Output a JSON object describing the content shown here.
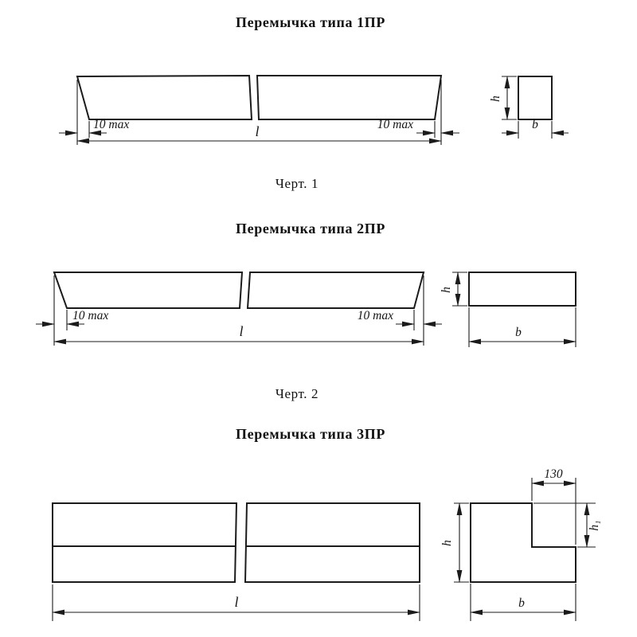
{
  "page": {
    "background": "#ffffff",
    "line_color": "#1b1b1b"
  },
  "figures": [
    {
      "title": "Перемычка типа 1ПР",
      "caption": "Черт. 1",
      "labels": {
        "left_offset": "10 max",
        "right_offset": "10 max",
        "length": "l",
        "height": "h",
        "width": "b"
      }
    },
    {
      "title": "Перемычка типа 2ПР",
      "caption": "Черт. 2",
      "labels": {
        "left_offset": "10 max",
        "right_offset": "10 max",
        "length": "l",
        "height": "h",
        "width": "b"
      }
    },
    {
      "title": "Перемычка типа 3ПР",
      "labels": {
        "length": "l",
        "quarter_width": "130",
        "quarter_height": "h₁",
        "height": "h",
        "width": "b"
      }
    }
  ]
}
